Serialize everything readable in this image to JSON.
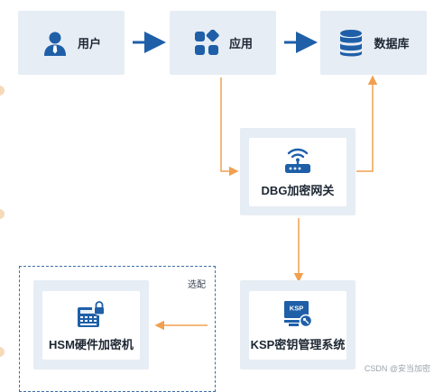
{
  "nodes": {
    "user": {
      "label": "用户",
      "icon": "user-icon"
    },
    "app": {
      "label": "应用",
      "icon": "app-grid-icon"
    },
    "database": {
      "label": "数据库",
      "icon": "database-icon"
    },
    "dbg": {
      "label": "DBG加密网关",
      "icon": "router-icon"
    },
    "ksp": {
      "label": "KSP密钥管理系统",
      "icon": "key-server-icon",
      "badge": "KSP"
    },
    "hsm": {
      "label": "HSM硬件加密机",
      "icon": "lock-device-icon"
    }
  },
  "optional_label": "选配",
  "watermark": "CSDN @安当加密",
  "colors": {
    "primary_blue": "#1e5fa8",
    "orange_line": "#f0a050",
    "node_bg": "#e7edf4",
    "dashed_border": "#3d6fa8"
  },
  "edges": [
    {
      "from": "user",
      "to": "app",
      "style": "solid-blue"
    },
    {
      "from": "app",
      "to": "database",
      "style": "solid-blue"
    },
    {
      "from": "app",
      "to": "dbg",
      "style": "orange"
    },
    {
      "from": "dbg",
      "to": "database",
      "style": "orange"
    },
    {
      "from": "dbg",
      "to": "ksp",
      "style": "orange"
    },
    {
      "from": "ksp",
      "to": "hsm",
      "style": "orange"
    }
  ]
}
